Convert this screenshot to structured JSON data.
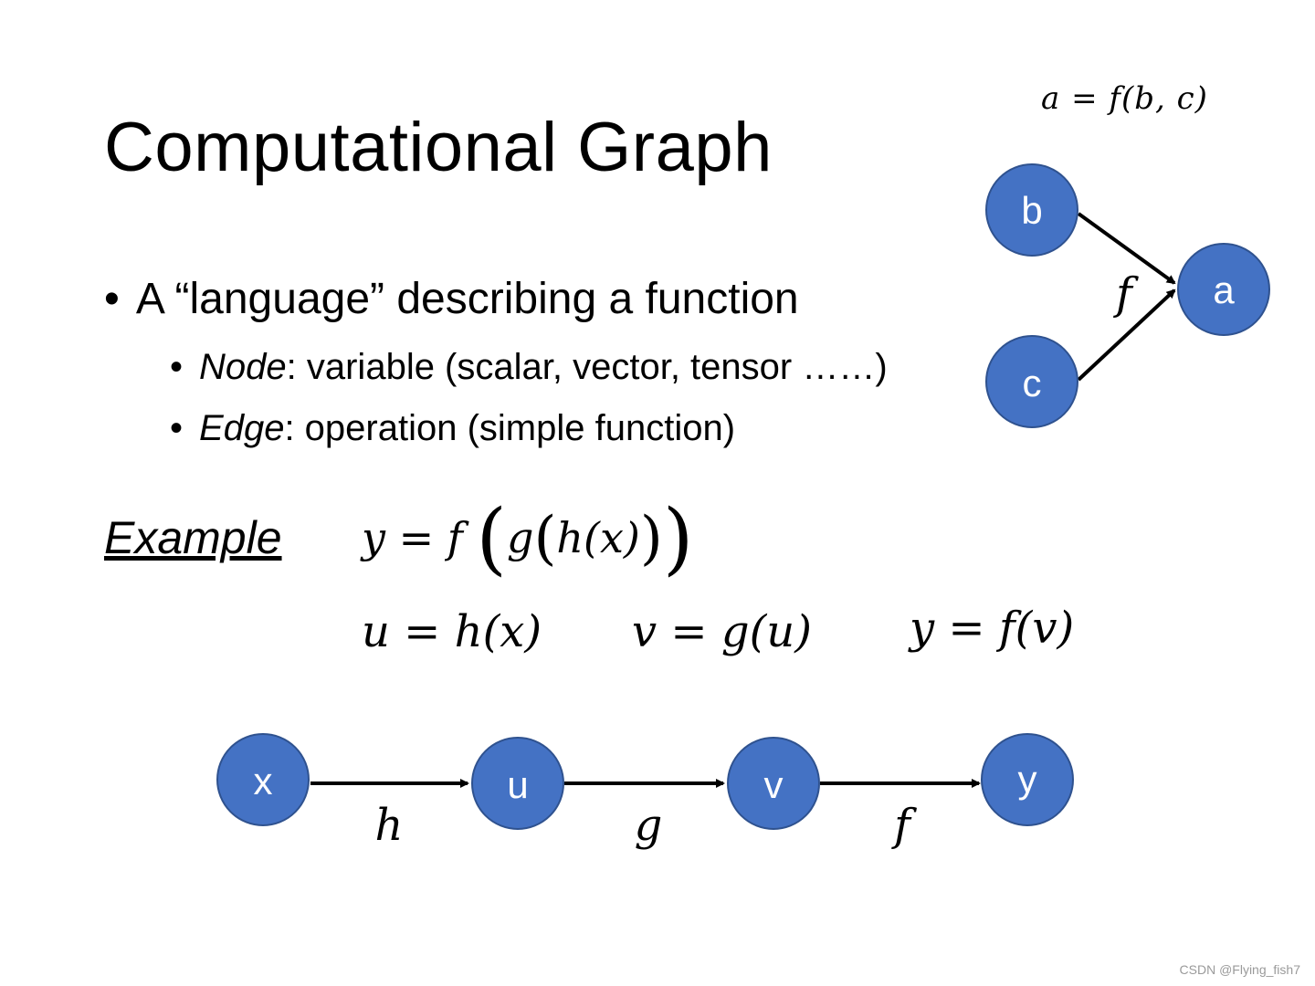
{
  "title": "Computational Graph",
  "bullets": {
    "main": "A “language” describing a function",
    "node_term": "Node",
    "node_desc": ": variable (scalar, vector, tensor ……)",
    "edge_term": "Edge",
    "edge_desc": ": operation (simple function)"
  },
  "example": {
    "label": "Example",
    "eq_main_prefix": "y = f ",
    "eq_main_g": "g",
    "eq_main_hx": "h(x)",
    "eq_u": "u = h(x)",
    "eq_v": "v = g(u)",
    "eq_y": "y = f(v)"
  },
  "top_graph": {
    "equation": "a = f(b, c)",
    "nodes": {
      "b": "b",
      "c": "c",
      "a": "a"
    },
    "edge_label": "f"
  },
  "chain_graph": {
    "nodes": {
      "x": "x",
      "u": "u",
      "v": "v",
      "y": "y"
    },
    "edges": {
      "h": "h",
      "g": "g",
      "f": "f"
    }
  },
  "colors": {
    "node_fill": "#4472C4",
    "node_stroke": "#2F528F",
    "arrow": "#000000"
  },
  "watermark": "CSDN @Flying_fish7"
}
